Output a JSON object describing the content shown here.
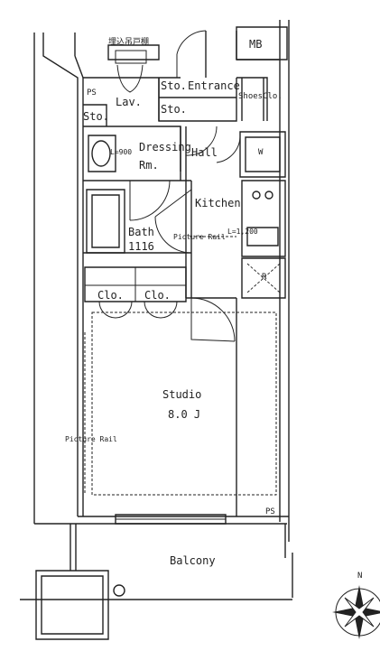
{
  "plan": {
    "labels": {
      "storage_top": "埋込吊戸棚",
      "ps_left": "PS",
      "storage_left": "Sto.",
      "lavatory": "Lav.",
      "storage_a": "Sto.",
      "entrance": "Entrance",
      "storage_b": "Sto.",
      "shoes_closet": "ShoesClo.",
      "meter_box": "MB",
      "washer_dim": "L=900",
      "dressing": "Dressing",
      "dressing_rm": "Rm.",
      "hall": "Hall",
      "washer": "W",
      "kitchen": "Kitchen",
      "bath": "Bath",
      "bath_size": "1116",
      "picture_rail_top": "Picture Rail",
      "kitchen_dim": "L=1,200",
      "fridge": "R",
      "closet_1": "Clo.",
      "closet_2": "Clo.",
      "studio": "Studio",
      "studio_size": "8.0 J",
      "picture_rail_left": "Picture Rail",
      "ps_bottom": "PS",
      "balcony": "Balcony",
      "north": "N"
    }
  }
}
